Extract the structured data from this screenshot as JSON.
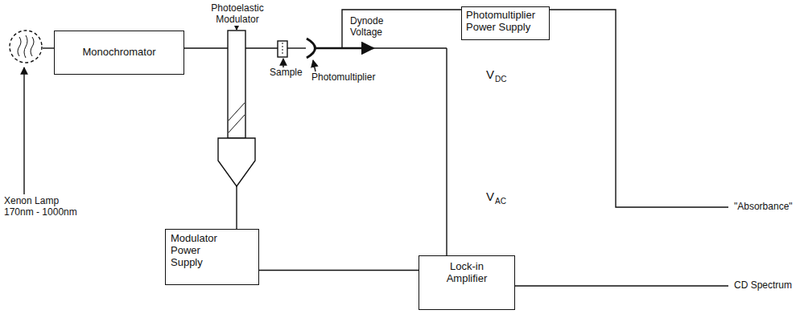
{
  "diagram": {
    "nodes": [
      {
        "text": [
          "Monochromator"
        ]
      },
      {
        "text": [
          "Photomultiplier Power Supply"
        ]
      },
      {
        "text": [
          "Modulator Power Supply"
        ]
      },
      {
        "text": [
          "Lock-in Amplifier"
        ]
      }
    ],
    "edges": [
      {
        "from": 2,
        "to": 3,
        "arrow": "none"
      }
    ],
    "labels": [
      "Photoelastic Modulator",
      "Dynode Voltage",
      "Sample",
      "Photomultiplier",
      "V",
      "DC",
      "V",
      "AC",
      "\"Absorbance\"",
      "Xenon Lamp 170nm - 1000nm",
      "CD Spectrum"
    ]
  }
}
